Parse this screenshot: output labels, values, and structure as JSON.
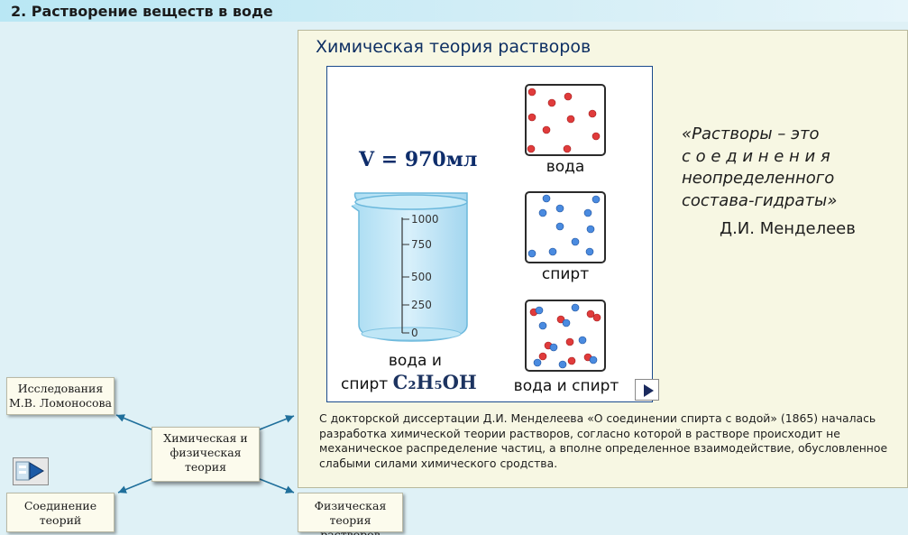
{
  "header": {
    "title": "2. Растворение веществ в воде"
  },
  "panel": {
    "title": "Химическая теория растворов",
    "volume": "V = 970мл",
    "scale": [
      "1000",
      "750",
      "500",
      "250",
      "0"
    ],
    "mixture_label": "вода и",
    "mixture_prefix": "спирт",
    "mixture_formula": "C₂H₅OH",
    "boxes": {
      "water": "вода",
      "alcohol": "спирт",
      "mix": "вода и спирт"
    },
    "quote": [
      "«Растворы – это",
      "с о е д и н е н и я",
      "неопределенного",
      "состава-гидраты»"
    ],
    "author": "Д.И. Менделеев",
    "description": "С докторской диссертации Д.И. Менделеева «О соединении спирта с водой» (1865) началась разработка химической теории растворов, согласно которой в растворе происходит не механическое распределение частиц, а вполне определенное взаимодействие, обусловленное слабыми силами химического сродства."
  },
  "nav": {
    "lomonosov": "Исследования М.В. Ломоносова",
    "center": "Химическая и физическая теория",
    "union": "Соединение теорий",
    "physical": "Физическая теория растворов"
  },
  "colors": {
    "water_particle": "#e03b3b",
    "alcohol_particle": "#3b7fd9",
    "accent": "#0e2f63"
  },
  "icons": {
    "play": "play-icon",
    "media": "media-icon"
  }
}
